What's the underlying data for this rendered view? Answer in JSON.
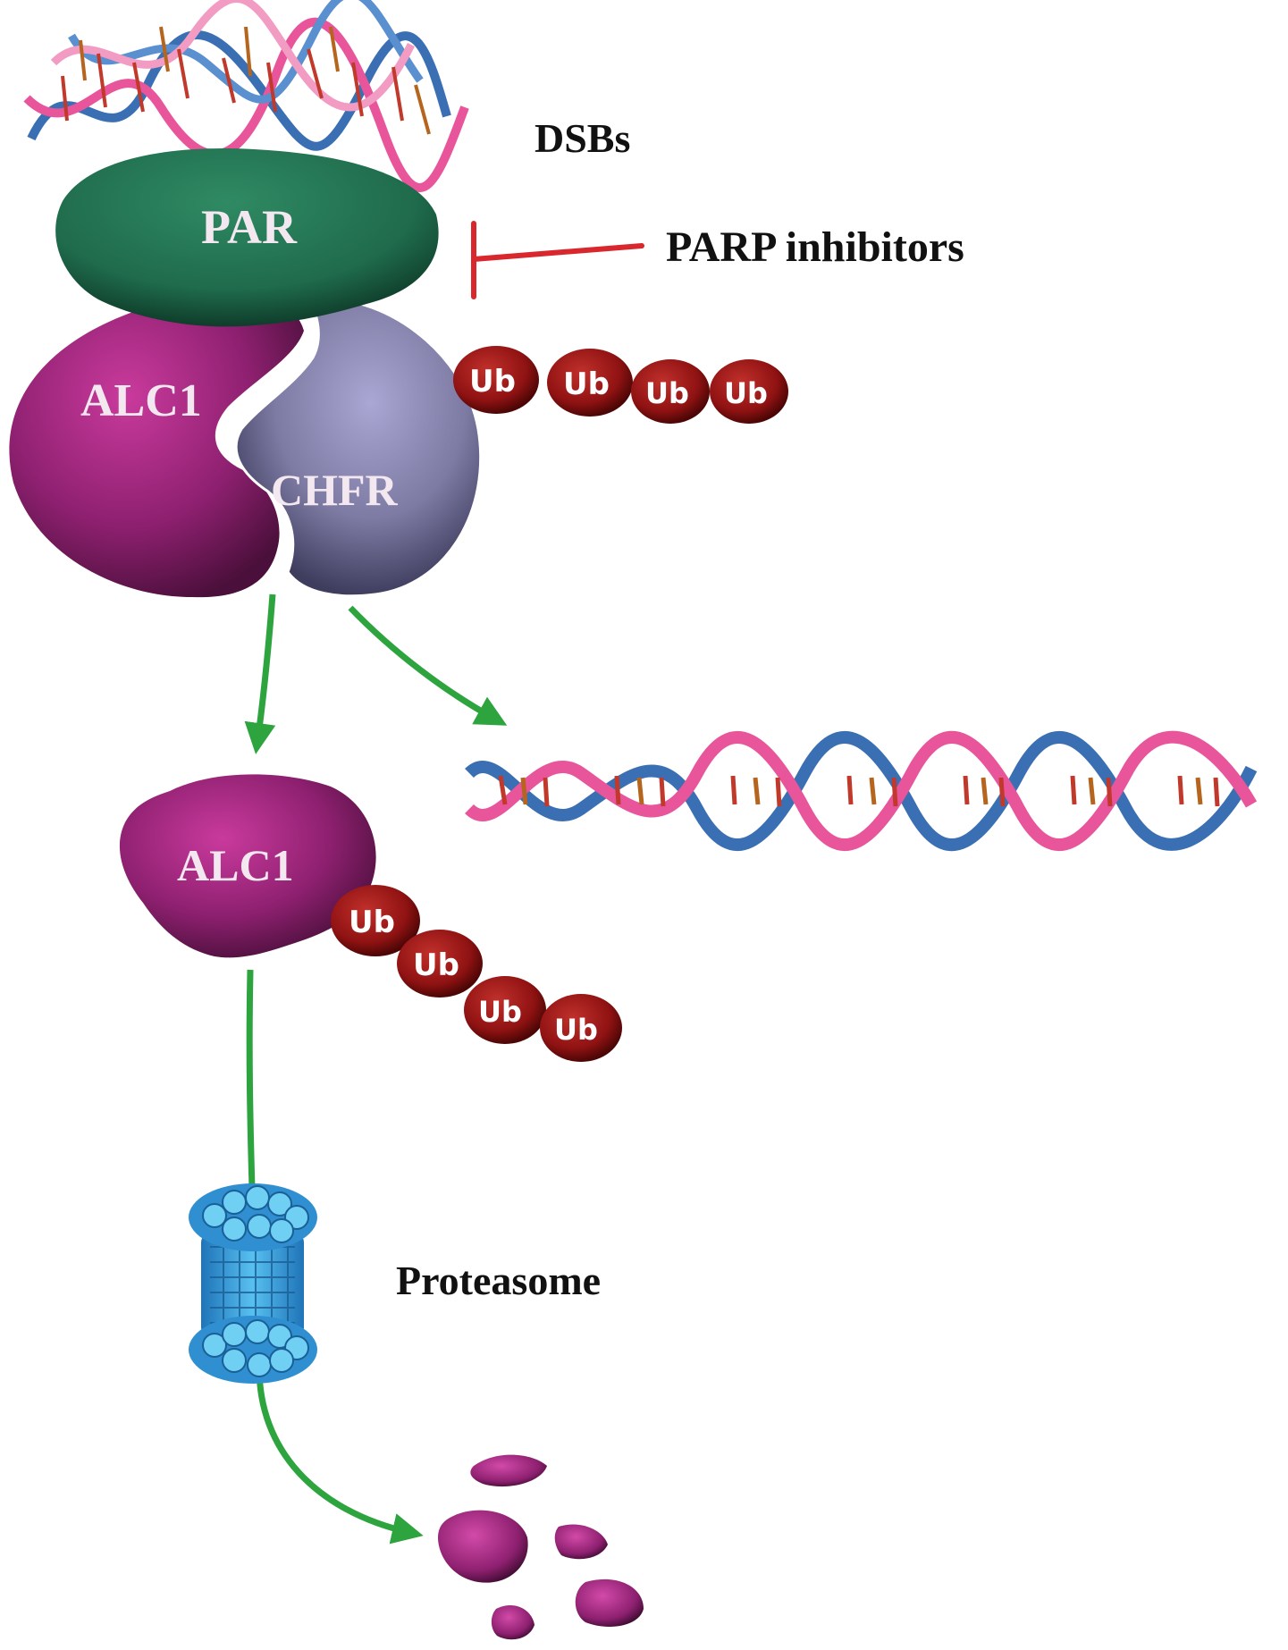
{
  "labels": {
    "dsbs": "DSBs",
    "par": "PAR",
    "parp_inhibitors": "PARP inhibitors",
    "alc1_complex": "ALC1",
    "chfr": "CHFR",
    "alc1_free": "ALC1",
    "proteasome": "Proteasome",
    "ub": "Ub"
  },
  "colors": {
    "par": "#1f6b4c",
    "alc1": "#8e2070",
    "chfr": "#7d7ba3",
    "ubiquitin": "#8f1212",
    "arrow": "#2ea43f",
    "inhibitor": "#d9272e",
    "dna_pink": "#e8559a",
    "dna_blue": "#3a6fb3",
    "proteasome": "#3aa2e0"
  },
  "icons": [
    "dna-helix-icon",
    "proteasome-icon",
    "ubiquitin-icon",
    "fragment-icon"
  ]
}
